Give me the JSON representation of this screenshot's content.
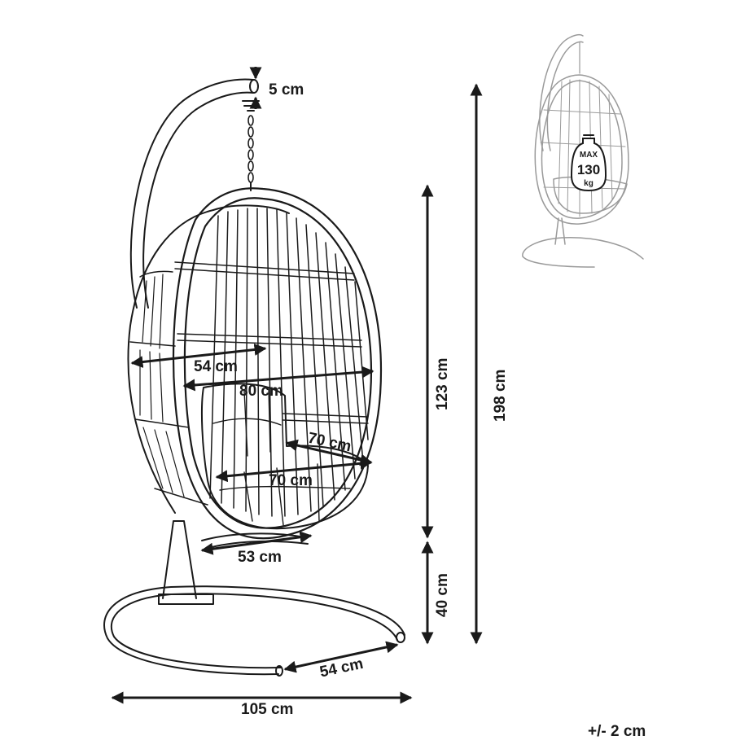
{
  "dimensions": {
    "chain_gap": "5 cm",
    "chair_depth": "54 cm",
    "chair_width": "80 cm",
    "seat_depth": "70 cm",
    "seat_width": "70 cm",
    "bottom_width": "53 cm",
    "seat_height": "40 cm",
    "basket_height": "123 cm",
    "total_height": "198 cm",
    "base_depth": "54 cm",
    "base_width": "105 cm"
  },
  "weight_badge": {
    "line1": "MAX",
    "line2": "130",
    "line3": "kg"
  },
  "tolerance": "+/- 2 cm",
  "colors": {
    "line": "#1a1a1a",
    "thumbnail": "#9a9a9a",
    "background": "#ffffff"
  }
}
